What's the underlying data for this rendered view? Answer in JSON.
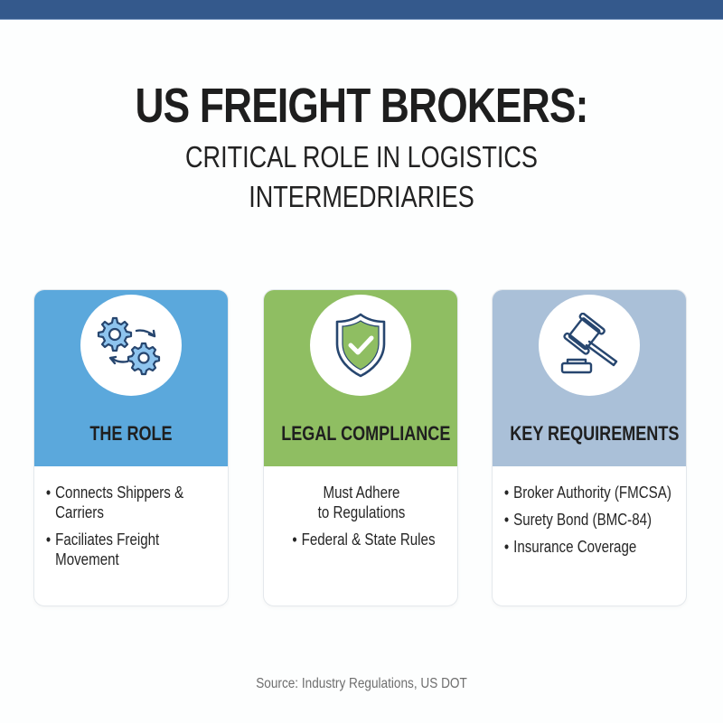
{
  "header": {
    "title": "US FREIGHT BROKERS:",
    "subtitle_line1": "CRITICAL ROLE IN LOGISTICS",
    "subtitle_line2": "INTERMEDRIARIES"
  },
  "colors": {
    "top_bar": "#34598c",
    "role": "#5ba8dc",
    "legal": "#8fbe62",
    "requirements": "#aac0d8",
    "icon_stroke": "#27466f"
  },
  "cards": [
    {
      "title": "THE ROLE",
      "icon": "gears-exchange-icon",
      "items": [
        {
          "type": "bullet",
          "text": "Connects Shippers & Carriers"
        },
        {
          "type": "bullet",
          "text": "Faciliates Freight Movement"
        }
      ]
    },
    {
      "title": "LEGAL COMPLIANCE",
      "icon": "shield-check-icon",
      "items": [
        {
          "type": "plain",
          "text": "Must Adhere to Regulations"
        },
        {
          "type": "bullet",
          "text": "Federal & State Rules"
        }
      ]
    },
    {
      "title": "KEY REQUIREMENTS",
      "icon": "gavel-icon",
      "items": [
        {
          "type": "bullet",
          "text": "Broker Authority (FMCSA)"
        },
        {
          "type": "bullet",
          "text": "Surety Bond (BMC-84)"
        },
        {
          "type": "bullet",
          "text": "Insurance Coverage"
        }
      ]
    }
  ],
  "bullet_glyph": "•",
  "footer": {
    "source": "Source: Industry Regulations, US DOT"
  }
}
